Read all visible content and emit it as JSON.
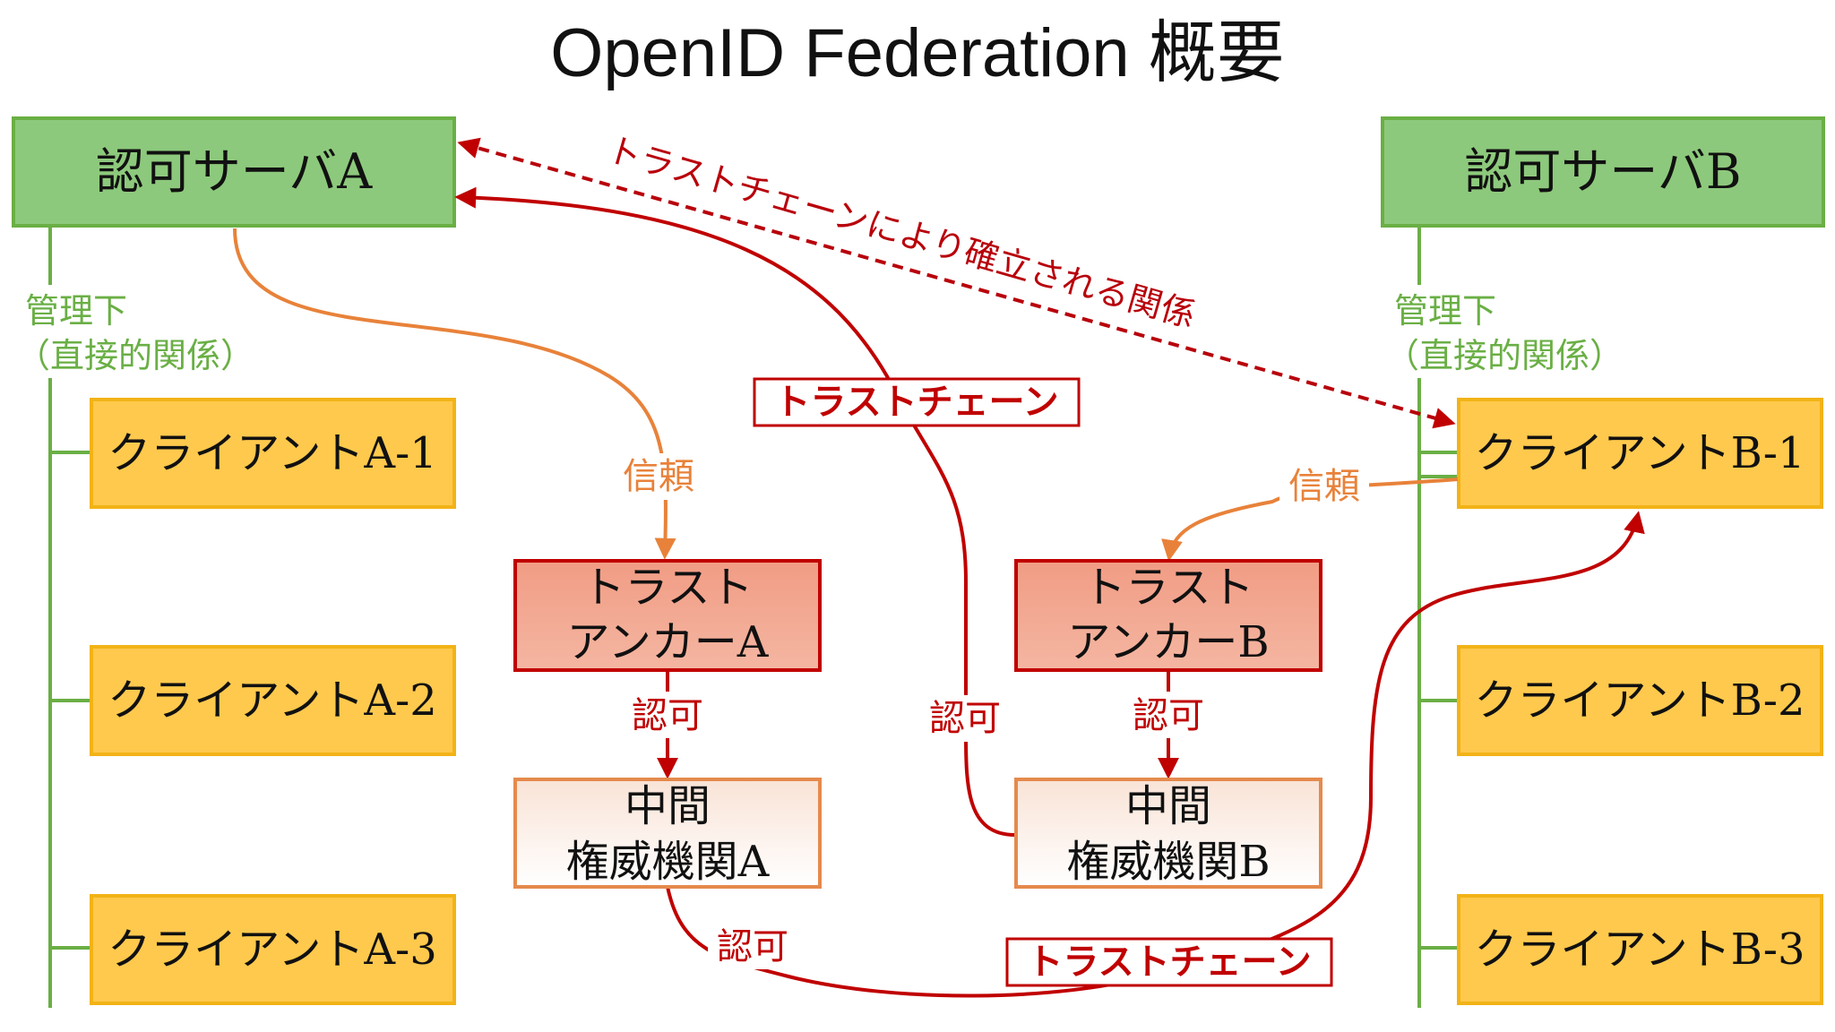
{
  "title": "OpenID Federation 概要",
  "colors": {
    "green_fill": "#8DC97C",
    "green_stroke": "#6AAF45",
    "green_line": "#6AAF45",
    "green_text": "#6AAF45",
    "yellow_fill": "#FFC94D",
    "yellow_stroke": "#F2B317",
    "red": "#C00000",
    "red_dark": "#B8000A",
    "anchor_fill_top": "#F19C84",
    "anchor_fill_bottom": "#F4B6A2",
    "inter_fill_top": "#F9E3D6",
    "inter_fill_bottom": "#FFFFFF",
    "inter_stroke": "#E58A4D",
    "orange": "#E8823A"
  },
  "servers": {
    "a": "認可サーバA",
    "b": "認可サーバB"
  },
  "managed_label": {
    "line1": "管理下",
    "line2": "（直接的関係）"
  },
  "clients": {
    "a": [
      "クライアントA-1",
      "クライアントA-2",
      "クライアントA-3"
    ],
    "b": [
      "クライアントB-1",
      "クライアントB-2",
      "クライアントB-3"
    ]
  },
  "trust_anchors": {
    "a": {
      "line1": "トラスト",
      "line2": "アンカーA"
    },
    "b": {
      "line1": "トラスト",
      "line2": "アンカーB"
    }
  },
  "intermediates": {
    "a": {
      "line1": "中間",
      "line2": "権威機関A"
    },
    "b": {
      "line1": "中間",
      "line2": "権威機関B"
    }
  },
  "edge_labels": {
    "trust": "信頼",
    "authorize": "認可",
    "trust_chain": "トラストチェーン",
    "established": "トラストチェーンにより確立される関係"
  }
}
